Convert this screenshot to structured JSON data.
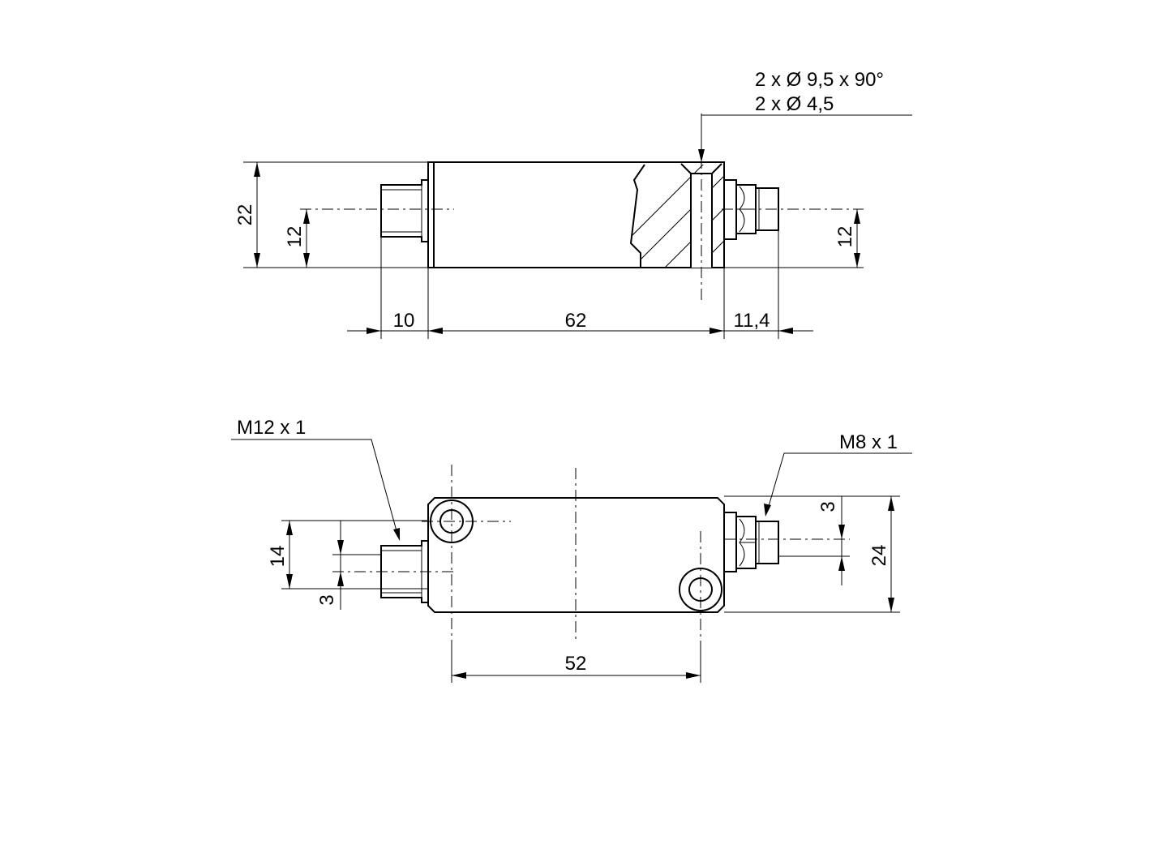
{
  "side_view": {
    "hole_note_line1": "2 x Ø 9,5 x 90°",
    "hole_note_line2": "2 x Ø 4,5",
    "dim_height_total": "22",
    "dim_height_axis_left": "12",
    "dim_height_axis_right": "12",
    "dim_len_thread": "10",
    "dim_len_body": "62",
    "dim_len_connector": "11,4"
  },
  "top_view": {
    "thread_left_label": "M12 x 1",
    "thread_right_label": "M8 x 1",
    "dim_left_14": "14",
    "dim_left_3": "3",
    "dim_right_3": "3",
    "dim_right_24": "24",
    "dim_hole_pitch": "52"
  }
}
